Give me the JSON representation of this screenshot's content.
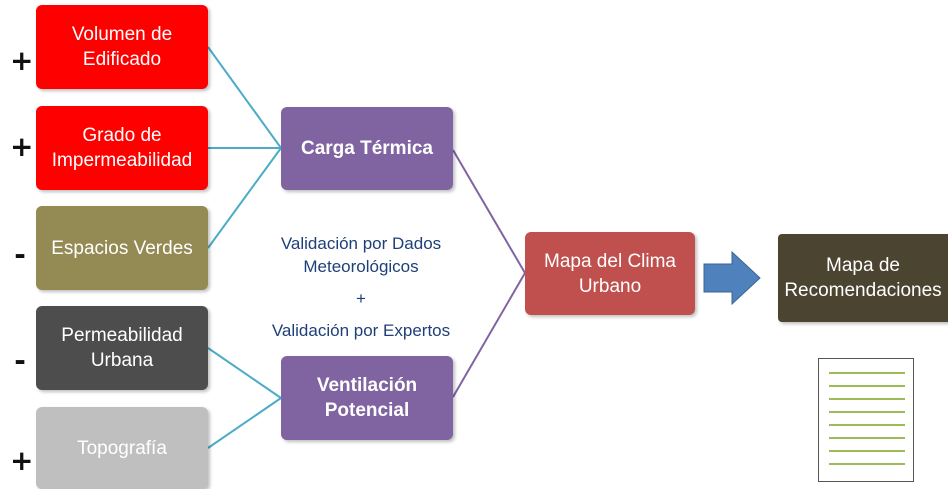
{
  "inputs": [
    {
      "label": "Volumen de\nEdificado",
      "sign": "+",
      "color": "#ff0000"
    },
    {
      "label": "Grado de\nImpermeabilidad",
      "sign": "+",
      "color": "#ff0000"
    },
    {
      "label": "Espacios Verdes",
      "sign": "-",
      "color": "#948a54"
    },
    {
      "label": "Permeabilidad\nUrbana",
      "sign": "-",
      "color": "#4d4d4d"
    },
    {
      "label": "Topografía",
      "sign": "+",
      "color": "#bfbfbf"
    }
  ],
  "carga_termica": {
    "label": "Carga Térmica",
    "color": "#8064a2"
  },
  "ventilacion": {
    "label": "Ventilación\nPotencial",
    "color": "#8064a2"
  },
  "validacion": {
    "line1": "Validación por Dados",
    "line2": "Meteorológicos",
    "plus": "+",
    "line3": "Validación por Expertos"
  },
  "mapa_clima": {
    "label": "Mapa del Clima\nUrbano",
    "color": "#c0504d"
  },
  "mapa_recomendaciones": {
    "label": "Mapa de\nRecomendaciones",
    "color": "#4a4430"
  },
  "colors": {
    "connector_blue": "#4bacc6",
    "connector_purple": "#8064a2",
    "arrow": "#4f81bd",
    "doc_lines": "#9bbb59"
  }
}
